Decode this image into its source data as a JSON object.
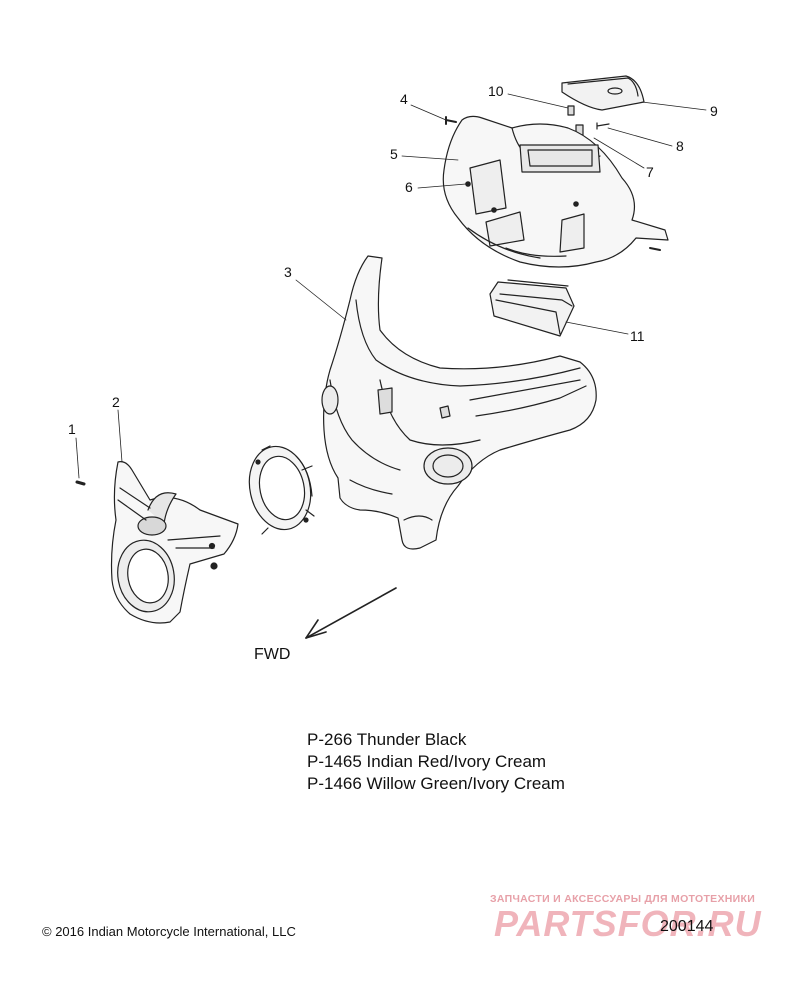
{
  "diagram": {
    "callouts": [
      "1",
      "2",
      "3",
      "4",
      "5",
      "6",
      "7",
      "8",
      "9",
      "10",
      "11"
    ],
    "direction_label": "FWD"
  },
  "paint_codes": [
    "P-266  Thunder Black",
    "P-1465 Indian Red/Ivory Cream",
    "P-1466 Willow Green/Ivory Cream"
  ],
  "footer": {
    "copyright": "© 2016 Indian Motorcycle International, LLC",
    "drawing_number": "200144"
  },
  "watermark": {
    "tagline": "ЗАПЧАСТИ И АКСЕССУАРЫ ДЛЯ МОТОТЕХНИКИ",
    "logo_text": "PARTSFOR.RU"
  }
}
